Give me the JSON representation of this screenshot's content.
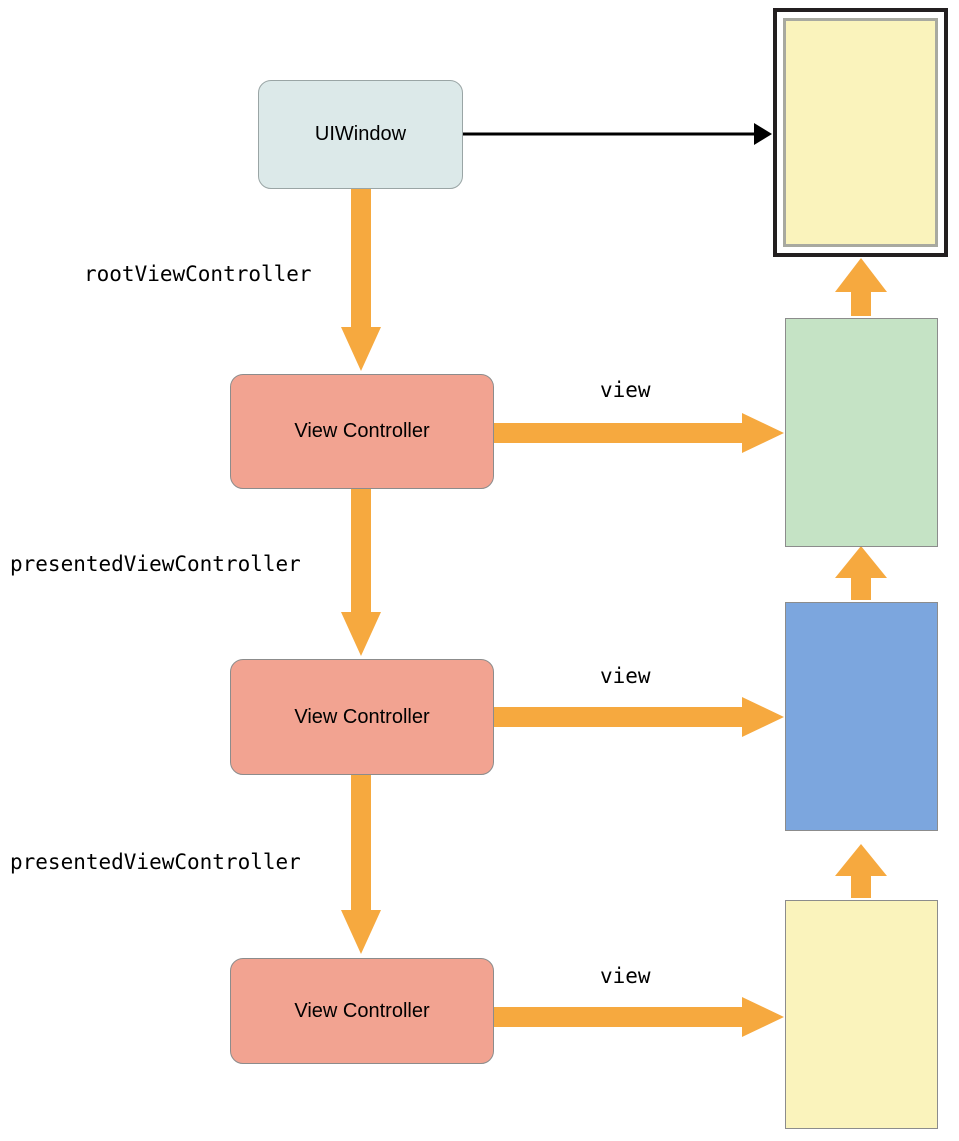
{
  "diagram": {
    "title": "UIKit view controller presentation hierarchy",
    "colors": {
      "window_fill": "#DCE9E9",
      "window_stroke": "#9AA5A5",
      "vc_fill": "#F2A391",
      "vc_stroke": "#8C8C8C",
      "view_green": "#C5E3C5",
      "view_blue": "#7CA6DE",
      "view_yellow": "#FAF3BC",
      "view_stroke": "#8C8C8C",
      "arrow_orange": "#F6A93F",
      "arrow_black": "#000000",
      "screen_outer_border": "#231F20",
      "screen_inner_border": "#A8A9A0",
      "background": "#FFFFFF"
    },
    "nodes": {
      "window": {
        "label": "UIWindow"
      },
      "view_controller_1": {
        "label": "View Controller"
      },
      "view_controller_2": {
        "label": "View Controller"
      },
      "view_controller_3": {
        "label": "View Controller"
      },
      "screen": {
        "label": ""
      },
      "green_view": {
        "label": ""
      },
      "blue_view": {
        "label": ""
      },
      "yellow_view": {
        "label": ""
      }
    },
    "edges": {
      "window_to_screen": {
        "label": "",
        "style": "solid-thin-black"
      },
      "root_view_controller": {
        "label": "rootViewController",
        "style": "solid-thick-orange"
      },
      "presented_view_controller_1": {
        "label": "presentedViewController",
        "style": "solid-thick-orange"
      },
      "presented_view_controller_2": {
        "label": "presentedViewController",
        "style": "solid-thick-orange"
      },
      "view_1": {
        "label": "view",
        "style": "solid-thick-orange"
      },
      "view_2": {
        "label": "view",
        "style": "solid-thick-orange"
      },
      "view_3": {
        "label": "view",
        "style": "solid-thick-orange"
      },
      "green_to_screen": {
        "label": "",
        "style": "dashed-thick-orange"
      },
      "blue_to_green": {
        "label": "",
        "style": "dashed-thick-orange"
      },
      "yellow_to_blue": {
        "label": "",
        "style": "dashed-thick-orange"
      }
    }
  }
}
